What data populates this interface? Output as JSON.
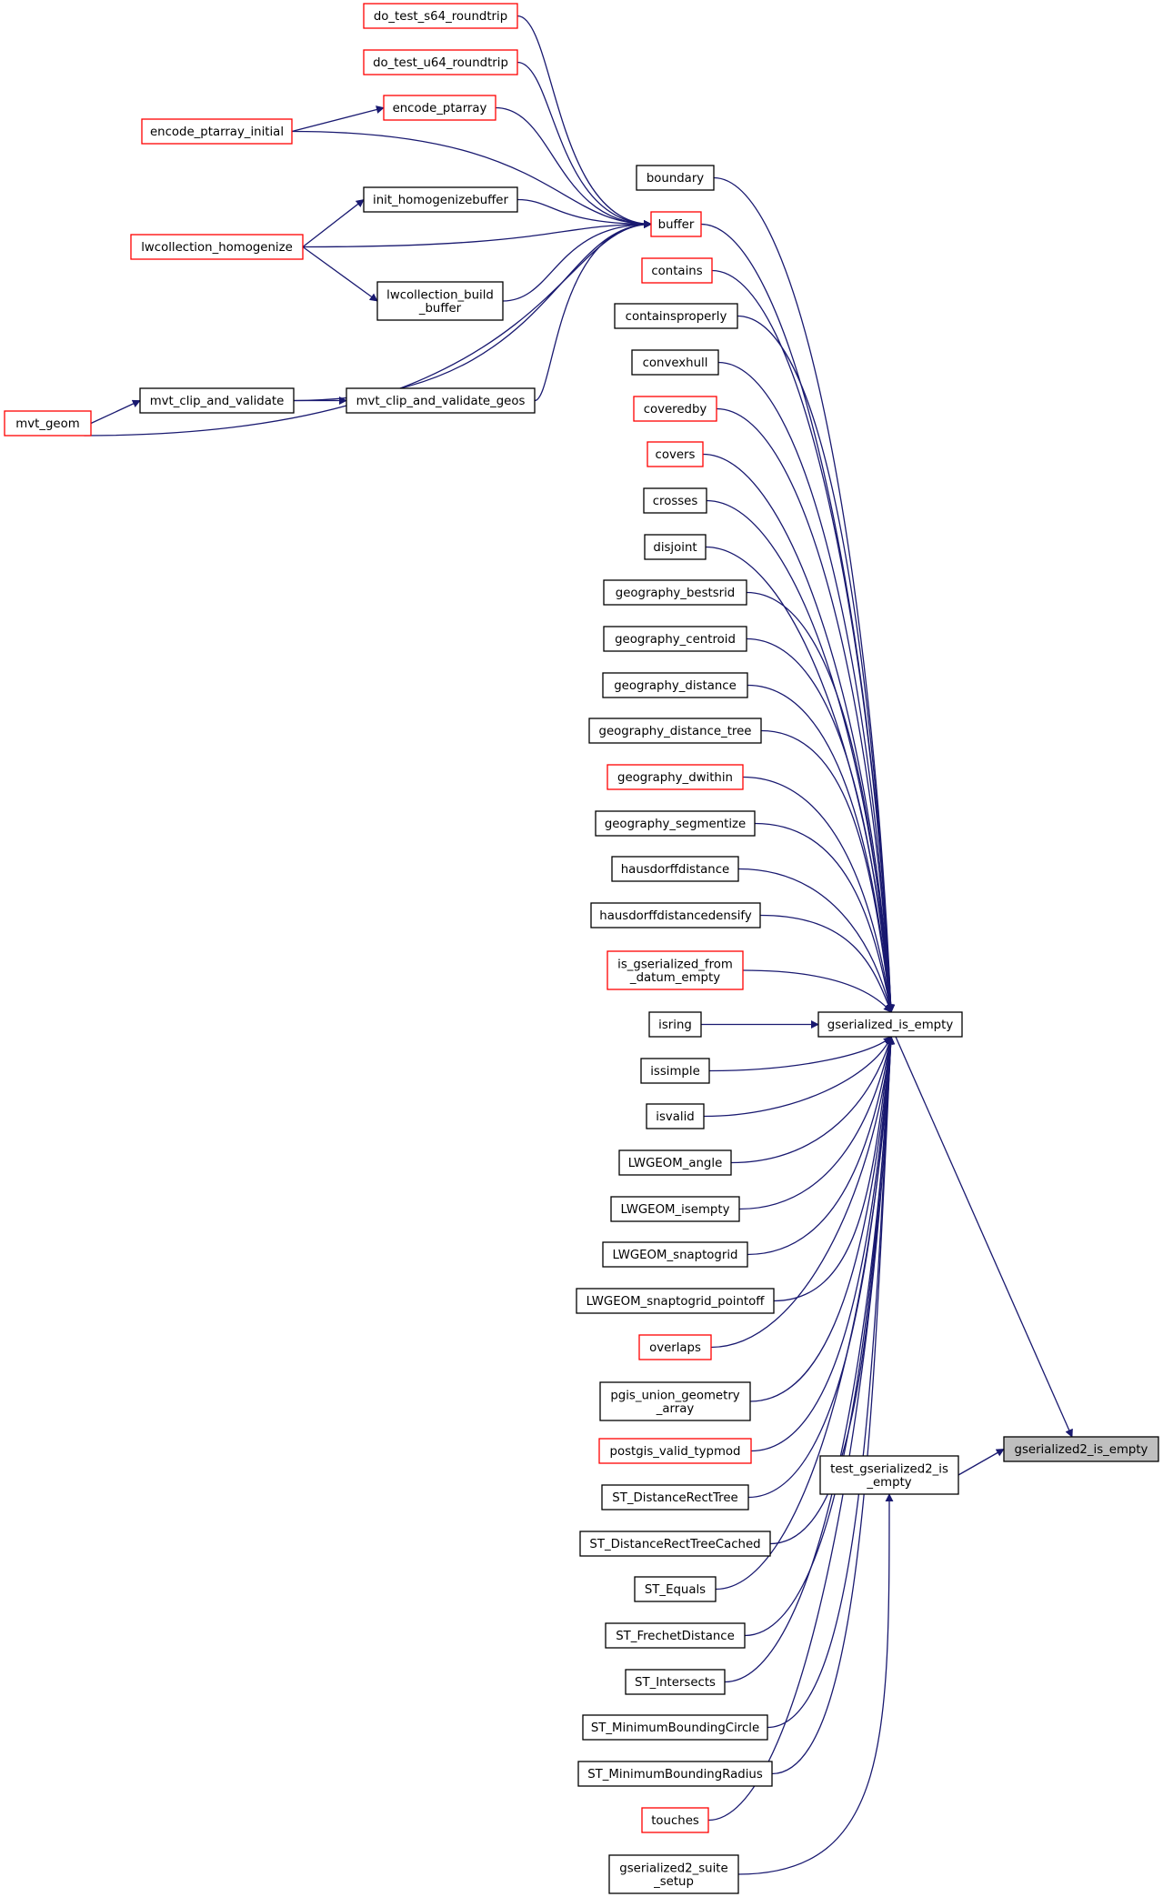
{
  "colors": {
    "edge": "#191970",
    "node_border": "#000000",
    "truncated_border": "#ff0000",
    "root_fill": "#bfbfbf",
    "background": "#ffffff"
  },
  "nodes": [
    {
      "id": "root",
      "label": "gserialized2_is_empty",
      "kind": "root"
    },
    {
      "id": "gie",
      "label": "gserialized_is_empty",
      "kind": "normal"
    },
    {
      "id": "tgie",
      "label": "test_gserialized2_is\n_empty",
      "kind": "normal"
    },
    {
      "id": "suite",
      "label": "gserialized2_suite\n_setup",
      "kind": "normal"
    },
    {
      "id": "boundary",
      "label": "boundary",
      "kind": "normal"
    },
    {
      "id": "buffer",
      "label": "buffer",
      "kind": "truncated"
    },
    {
      "id": "contains",
      "label": "contains",
      "kind": "truncated"
    },
    {
      "id": "containsproperly",
      "label": "containsproperly",
      "kind": "normal"
    },
    {
      "id": "convexhull",
      "label": "convexhull",
      "kind": "normal"
    },
    {
      "id": "coveredby",
      "label": "coveredby",
      "kind": "truncated"
    },
    {
      "id": "covers",
      "label": "covers",
      "kind": "truncated"
    },
    {
      "id": "crosses",
      "label": "crosses",
      "kind": "normal"
    },
    {
      "id": "disjoint",
      "label": "disjoint",
      "kind": "normal"
    },
    {
      "id": "geography_bestsrid",
      "label": "geography_bestsrid",
      "kind": "normal"
    },
    {
      "id": "geography_centroid",
      "label": "geography_centroid",
      "kind": "normal"
    },
    {
      "id": "geography_distance",
      "label": "geography_distance",
      "kind": "normal"
    },
    {
      "id": "geography_distance_tree",
      "label": "geography_distance_tree",
      "kind": "normal"
    },
    {
      "id": "geography_dwithin",
      "label": "geography_dwithin",
      "kind": "truncated"
    },
    {
      "id": "geography_segmentize",
      "label": "geography_segmentize",
      "kind": "normal"
    },
    {
      "id": "hausdorffdistance",
      "label": "hausdorffdistance",
      "kind": "normal"
    },
    {
      "id": "hausdorffdistancedensify",
      "label": "hausdorffdistancedensify",
      "kind": "normal"
    },
    {
      "id": "is_gserialized_from_datum_empty",
      "label": "is_gserialized_from\n_datum_empty",
      "kind": "truncated"
    },
    {
      "id": "isring",
      "label": "isring",
      "kind": "normal"
    },
    {
      "id": "issimple",
      "label": "issimple",
      "kind": "normal"
    },
    {
      "id": "isvalid",
      "label": "isvalid",
      "kind": "normal"
    },
    {
      "id": "LWGEOM_angle",
      "label": "LWGEOM_angle",
      "kind": "normal"
    },
    {
      "id": "LWGEOM_isempty",
      "label": "LWGEOM_isempty",
      "kind": "normal"
    },
    {
      "id": "LWGEOM_snaptogrid",
      "label": "LWGEOM_snaptogrid",
      "kind": "normal"
    },
    {
      "id": "LWGEOM_snaptogrid_pointoff",
      "label": "LWGEOM_snaptogrid_pointoff",
      "kind": "normal"
    },
    {
      "id": "overlaps",
      "label": "overlaps",
      "kind": "truncated"
    },
    {
      "id": "pgis_union_geometry_array",
      "label": "pgis_union_geometry\n_array",
      "kind": "normal"
    },
    {
      "id": "postgis_valid_typmod",
      "label": "postgis_valid_typmod",
      "kind": "truncated"
    },
    {
      "id": "ST_DistanceRectTree",
      "label": "ST_DistanceRectTree",
      "kind": "normal"
    },
    {
      "id": "ST_DistanceRectTreeCached",
      "label": "ST_DistanceRectTreeCached",
      "kind": "normal"
    },
    {
      "id": "ST_Equals",
      "label": "ST_Equals",
      "kind": "normal"
    },
    {
      "id": "ST_FrechetDistance",
      "label": "ST_FrechetDistance",
      "kind": "normal"
    },
    {
      "id": "ST_Intersects",
      "label": "ST_Intersects",
      "kind": "normal"
    },
    {
      "id": "ST_MinimumBoundingCircle",
      "label": "ST_MinimumBoundingCircle",
      "kind": "normal"
    },
    {
      "id": "ST_MinimumBoundingRadius",
      "label": "ST_MinimumBoundingRadius",
      "kind": "normal"
    },
    {
      "id": "touches",
      "label": "touches",
      "kind": "truncated"
    },
    {
      "id": "do_test_s64_roundtrip",
      "label": "do_test_s64_roundtrip",
      "kind": "truncated"
    },
    {
      "id": "do_test_u64_roundtrip",
      "label": "do_test_u64_roundtrip",
      "kind": "truncated"
    },
    {
      "id": "encode_ptarray",
      "label": "encode_ptarray",
      "kind": "truncated"
    },
    {
      "id": "encode_ptarray_initial",
      "label": "encode_ptarray_initial",
      "kind": "truncated"
    },
    {
      "id": "init_homogenizebuffer",
      "label": "init_homogenizebuffer",
      "kind": "normal"
    },
    {
      "id": "lwcollection_homogenize",
      "label": "lwcollection_homogenize",
      "kind": "truncated"
    },
    {
      "id": "lwcollection_build_buffer",
      "label": "lwcollection_build\n_buffer",
      "kind": "normal"
    },
    {
      "id": "mvt_clip_and_validate",
      "label": "mvt_clip_and_validate",
      "kind": "normal"
    },
    {
      "id": "mvt_clip_and_validate_geos",
      "label": "mvt_clip_and_validate_geos",
      "kind": "normal"
    },
    {
      "id": "mvt_geom",
      "label": "mvt_geom",
      "kind": "truncated"
    }
  ],
  "edges": [
    [
      "gie",
      "root"
    ],
    [
      "tgie",
      "root"
    ],
    [
      "suite",
      "tgie"
    ],
    [
      "boundary",
      "gie"
    ],
    [
      "buffer",
      "gie"
    ],
    [
      "contains",
      "gie"
    ],
    [
      "containsproperly",
      "gie"
    ],
    [
      "convexhull",
      "gie"
    ],
    [
      "coveredby",
      "gie"
    ],
    [
      "covers",
      "gie"
    ],
    [
      "crosses",
      "gie"
    ],
    [
      "disjoint",
      "gie"
    ],
    [
      "geography_bestsrid",
      "gie"
    ],
    [
      "geography_centroid",
      "gie"
    ],
    [
      "geography_distance",
      "gie"
    ],
    [
      "geography_distance_tree",
      "gie"
    ],
    [
      "geography_dwithin",
      "gie"
    ],
    [
      "geography_segmentize",
      "gie"
    ],
    [
      "hausdorffdistance",
      "gie"
    ],
    [
      "hausdorffdistancedensify",
      "gie"
    ],
    [
      "is_gserialized_from_datum_empty",
      "gie"
    ],
    [
      "isring",
      "gie"
    ],
    [
      "issimple",
      "gie"
    ],
    [
      "isvalid",
      "gie"
    ],
    [
      "LWGEOM_angle",
      "gie"
    ],
    [
      "LWGEOM_isempty",
      "gie"
    ],
    [
      "LWGEOM_snaptogrid",
      "gie"
    ],
    [
      "LWGEOM_snaptogrid_pointoff",
      "gie"
    ],
    [
      "overlaps",
      "gie"
    ],
    [
      "pgis_union_geometry_array",
      "gie"
    ],
    [
      "postgis_valid_typmod",
      "gie"
    ],
    [
      "ST_DistanceRectTree",
      "gie"
    ],
    [
      "ST_DistanceRectTreeCached",
      "gie"
    ],
    [
      "ST_Equals",
      "gie"
    ],
    [
      "ST_FrechetDistance",
      "gie"
    ],
    [
      "ST_Intersects",
      "gie"
    ],
    [
      "ST_MinimumBoundingCircle",
      "gie"
    ],
    [
      "ST_MinimumBoundingRadius",
      "gie"
    ],
    [
      "touches",
      "gie"
    ],
    [
      "do_test_s64_roundtrip",
      "buffer"
    ],
    [
      "do_test_u64_roundtrip",
      "buffer"
    ],
    [
      "encode_ptarray",
      "buffer"
    ],
    [
      "encode_ptarray_initial",
      "buffer"
    ],
    [
      "init_homogenizebuffer",
      "buffer"
    ],
    [
      "lwcollection_homogenize",
      "buffer"
    ],
    [
      "lwcollection_build_buffer",
      "buffer"
    ],
    [
      "mvt_clip_and_validate",
      "buffer"
    ],
    [
      "mvt_clip_and_validate_geos",
      "buffer"
    ],
    [
      "mvt_geom",
      "buffer"
    ],
    [
      "encode_ptarray_initial",
      "encode_ptarray"
    ],
    [
      "lwcollection_homogenize",
      "init_homogenizebuffer"
    ],
    [
      "lwcollection_homogenize",
      "lwcollection_build_buffer"
    ],
    [
      "mvt_clip_and_validate",
      "mvt_clip_and_validate_geos"
    ],
    [
      "mvt_geom",
      "mvt_clip_and_validate"
    ]
  ]
}
